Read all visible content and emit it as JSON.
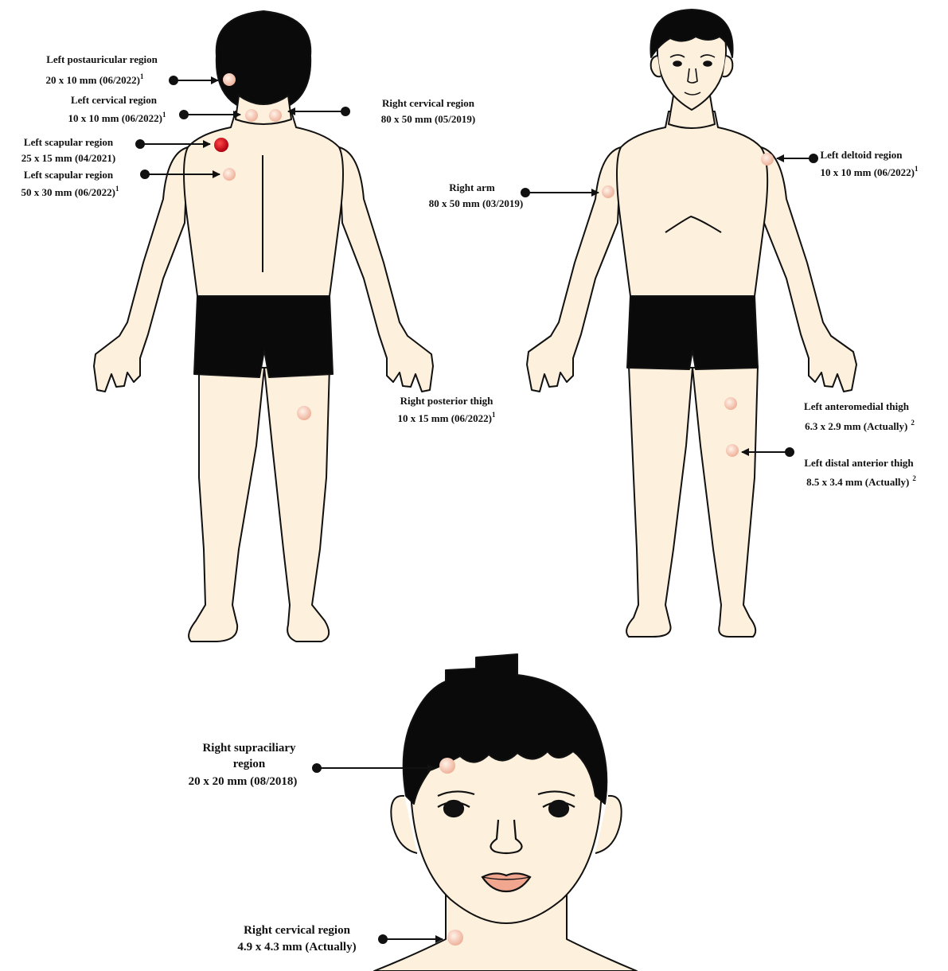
{
  "colors": {
    "skin": "#fdf0dc",
    "outline": "#111111",
    "hair": "#0a0a0a",
    "shorts": "#0a0a0a",
    "nodule": "#f4c6b4",
    "nodule_red": "#c8102e",
    "lips": "#f1a68f"
  },
  "back_view": {
    "labels": [
      {
        "name": "left-postauricular",
        "region": "Left postauricular region",
        "size": "20 x 10  mm (06/2022)",
        "sup": "1"
      },
      {
        "name": "left-cervical",
        "region": "Left cervical region",
        "size": "10 x 10  mm (06/2022)",
        "sup": "1"
      },
      {
        "name": "right-cervical",
        "region": "Right cervical region",
        "size": "80 x 50 mm (05/2019)",
        "sup": ""
      },
      {
        "name": "left-scapular-2021",
        "region": "Left scapular region",
        "size": "25 x 15  mm (04/2021)",
        "sup": ""
      },
      {
        "name": "left-scapular-2022",
        "region": "Left scapular region",
        "size": "50 x 30 mm (06/2022)",
        "sup": "1"
      },
      {
        "name": "right-posterior-thigh",
        "region": "Right posterior thigh",
        "size": "10 x 15  mm (06/2022)",
        "sup": "1"
      }
    ]
  },
  "front_view": {
    "labels": [
      {
        "name": "right-arm",
        "region": "Right arm",
        "size": "80 x 50 mm (03/2019)",
        "sup": ""
      },
      {
        "name": "left-deltoid",
        "region": "Left deltoid region",
        "size": "10 x 10 mm (06/2022)",
        "sup": "1"
      },
      {
        "name": "left-anteromedial-thigh",
        "region": "Left anteromedial thigh",
        "size": "6.3 x 2.9 mm (Actually)",
        "sup": "2"
      },
      {
        "name": "left-distal-anterior-thigh",
        "region": "Left distal anterior thigh",
        "size": "8.5 x 3.4  mm (Actually)",
        "sup": "2"
      }
    ]
  },
  "face_view": {
    "labels": [
      {
        "name": "right-supraciliary",
        "region_line1": "Right supraciliary",
        "region_line2": "region",
        "size": "20 x 20 mm (08/2018)"
      },
      {
        "name": "right-cervical-face",
        "region": "Right cervical region",
        "size": "4.9 x 4.3 mm (Actually)"
      }
    ]
  }
}
